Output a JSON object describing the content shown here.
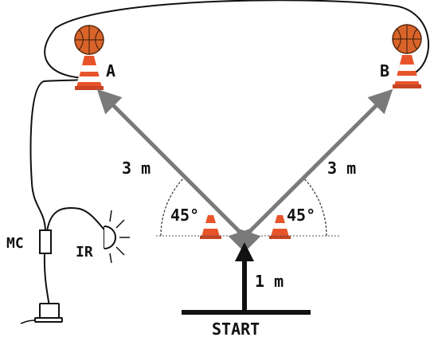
{
  "diagram": {
    "cone_labels": {
      "left": "A",
      "right": "B"
    },
    "distance_labels": {
      "left_diagonal": "3 m",
      "right_diagonal": "3 m",
      "center_vertical": "1 m"
    },
    "angle_labels": {
      "left": "45°",
      "right": "45°"
    },
    "device_labels": {
      "microcontroller": "MC",
      "infrared_sensor": "IR"
    },
    "start_label": "START",
    "colors": {
      "arrow_gray": "#7a7a7a",
      "cone_orange": "#e8542a",
      "cone_white": "#ffffff",
      "ball_orange": "#d9642a",
      "line_black": "#111111"
    },
    "icons": [
      "basketball-icon",
      "traffic-cone-icon",
      "laptop-icon",
      "infrared-sensor-icon"
    ]
  }
}
